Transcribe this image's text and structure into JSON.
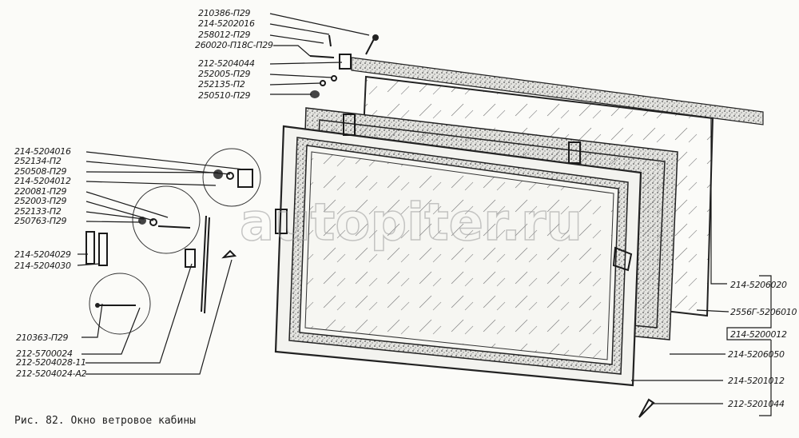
{
  "watermark": "autopiter.ru",
  "caption": "Рис. 82. Окно ветровое кабины",
  "labels_top": [
    "210386-П29",
    "214-5202016",
    "258012-П29",
    "260020-П18С-П29",
    "212-5204044",
    "252005-П29",
    "252135-П2",
    "250510-П29"
  ],
  "labels_left": [
    "214-5204016",
    "252134-П2",
    "250508-П29",
    "214-5204012",
    "220081-П29",
    "252003-П29",
    "252133-П2",
    "250763-П29"
  ],
  "labels_left_mid": [
    "214-5204029",
    "214-5204030"
  ],
  "labels_bottom_left": [
    "210363-П29",
    "212-5700024",
    "212-5204028-11",
    "212-5204024-А2"
  ],
  "labels_right": [
    "214-5206020",
    "2556Г-5206010",
    "214-5200012",
    "214-5206050",
    "214-5201012",
    "212-5201044"
  ]
}
